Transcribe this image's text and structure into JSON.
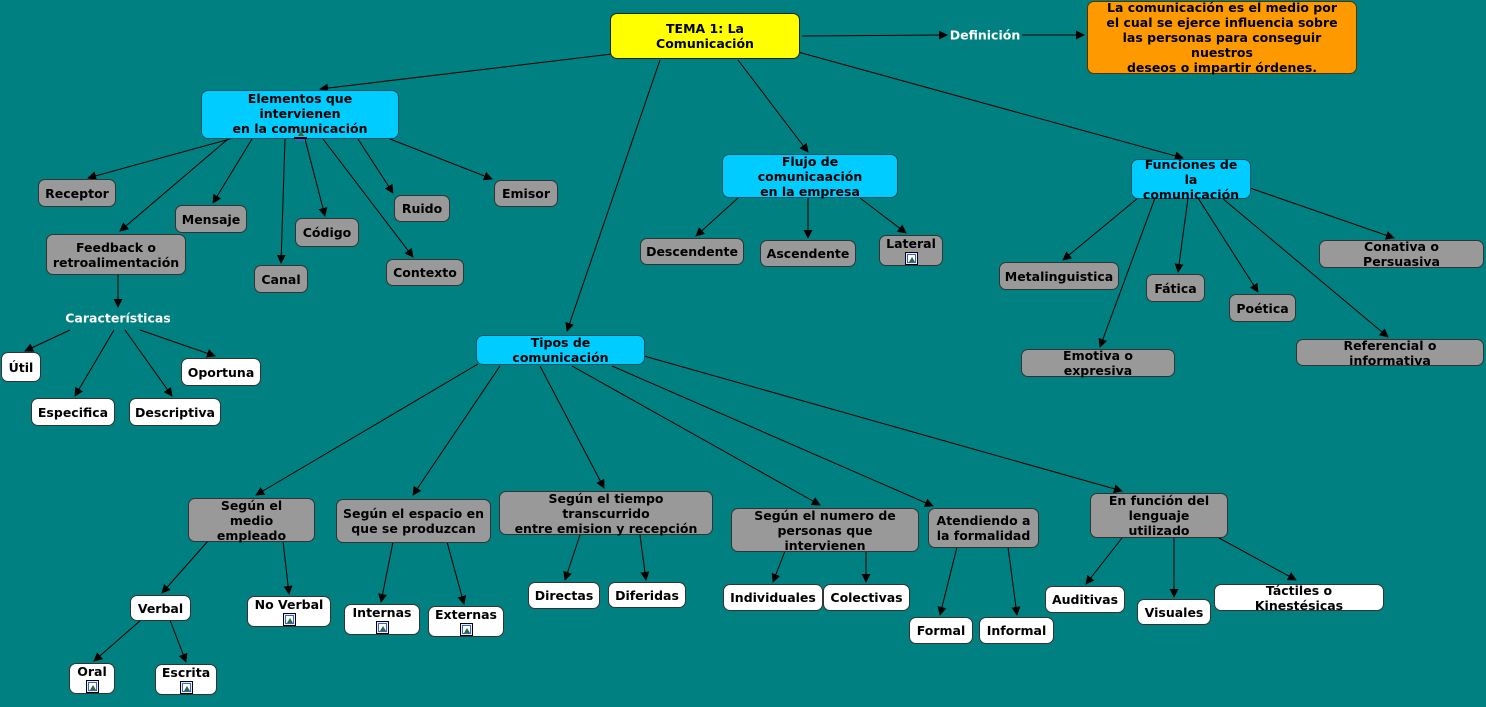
{
  "root": "TEMA 1: La Comunicación",
  "definicion": {
    "label": "Definición",
    "texto": "La comunicación es el medio por\nel cual se ejerce influencia sobre\nlas personas para conseguir nuestros\ndeseos o impartir órdenes."
  },
  "elementos": {
    "title": "Elementos que intervienen\nen la comunicación",
    "receptor": "Receptor",
    "mensaje": "Mensaje",
    "feedback": "Feedback o\nretroalimentación",
    "canal": "Canal",
    "codigo": "Código",
    "ruido": "Ruido",
    "contexto": "Contexto",
    "emisor": "Emisor",
    "caracteristicas": "Características",
    "util": "Útil",
    "especifica": "Especifica",
    "descriptiva": "Descriptiva",
    "oportuna": "Oportuna"
  },
  "flujo": {
    "title": "Flujo de comunicaación\nen la empresa",
    "descendente": "Descendente",
    "ascendente": "Ascendente",
    "lateral": "Lateral"
  },
  "funciones": {
    "title": "Funciones de la\ncomunicación",
    "metalinguistica": "Metalinguistica",
    "fatica": "Fática",
    "poetica": "Poética",
    "conativa": "Conativa o Persuasiva",
    "emotiva": "Emotiva o expresiva",
    "referencial": "Referencial o informativa"
  },
  "tipos": {
    "title": "Tipos de comunicación",
    "medio": "Según el\nmedio empleado",
    "verbal": "Verbal",
    "no_verbal": "No Verbal",
    "oral": "Oral",
    "escrita": "Escrita",
    "espacio": "Según el espacio en\nque se produzcan",
    "internas": "Internas",
    "externas": "Externas",
    "tiempo": "Según el tiempo transcurrido\nentre emision y recepción",
    "directas": "Directas",
    "diferidas": "Diferidas",
    "numero": "Según el numero de\npersonas que intervienen",
    "individuales": "Individuales",
    "colectivas": "Colectivas",
    "formalidad": "Atendiendo a\nla formalidad",
    "formal": "Formal",
    "informal": "Informal",
    "lenguaje": "En función del\nlenguaje utilizado",
    "auditivas": "Auditivas",
    "visuales": "Visuales",
    "tactiles": "Táctiles o Kinestésicas"
  },
  "colors": {
    "background": "#008080",
    "root": "#ffff00",
    "definition": "#ff9900",
    "topic": "#00ccff",
    "category": "#999999",
    "leaf": "#ffffff",
    "connector": "#000000"
  }
}
